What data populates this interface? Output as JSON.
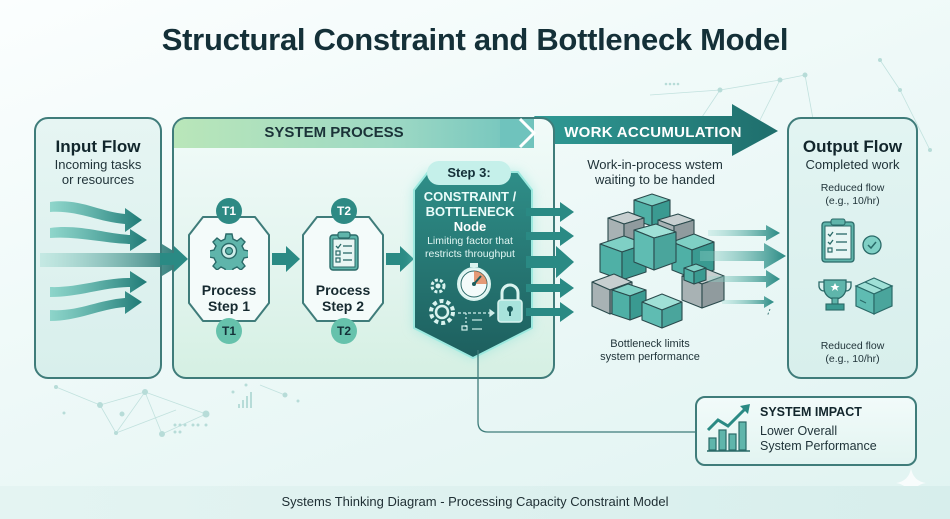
{
  "title": "Structural Constraint and Bottleneck Model",
  "input_flow": {
    "title": "Input Flow",
    "subtitle_line1": "Incoming tasks",
    "subtitle_line2": "or resources",
    "icon": "wavy-arrows-icon"
  },
  "system_process": {
    "header": "SYSTEM PROCESS",
    "steps": [
      {
        "badge_top": "T1",
        "badge_bottom": "T1",
        "label_line1": "Process",
        "label_line2": "Step 1",
        "icon": "gear-icon"
      },
      {
        "badge_top": "T2",
        "badge_bottom": "T2",
        "label_line1": "Process",
        "label_line2": "Step 2",
        "icon": "clipboard-checklist-icon"
      }
    ],
    "constraint": {
      "step_label": "Step 3:",
      "title_line1": "CONSTRAINT /",
      "title_line2": "BOTTLENECK",
      "title_line3": "Node",
      "desc_line1": "Limiting factor that",
      "desc_line2": "restricts throughput",
      "icons": [
        "gears-icon",
        "stopwatch-icon",
        "padlock-icon",
        "flow-lines-icon"
      ]
    }
  },
  "work_accumulation": {
    "header": "WORK ACCUMULATION",
    "desc_line1": "Work-in-process wstem",
    "desc_line2": "waiting to be handed",
    "icon": "stacked-boxes-icon",
    "note_line1": "Bottleneck limits",
    "note_line2": "system performance"
  },
  "output_flow": {
    "title": "Output Flow",
    "subtitle": "Completed work",
    "note_top_line1": "Reduced flow",
    "note_top_line2": "(e.g., 10/hr)",
    "note_bottom_line1": "Reduced flow",
    "note_bottom_line2": "(e.g., 10/hr)",
    "icons": [
      "clipboard-checklist-icon",
      "check-circle-icon",
      "trophy-icon",
      "package-box-icon"
    ]
  },
  "system_impact": {
    "title": "SYSTEM IMPACT",
    "desc_line1": "Lower Overall",
    "desc_line2": "System Performance",
    "icon": "rising-bar-chart-icon"
  },
  "footer": "Systems Thinking Diagram - Processing Capacity Constraint Model",
  "colors": {
    "teal_dark": "#1f6f6d",
    "teal": "#2e8a84",
    "teal_light": "#66c2ac",
    "mint": "#b9e6b9",
    "text_dark": "#143038",
    "accent_orange": "#e07a4a"
  }
}
